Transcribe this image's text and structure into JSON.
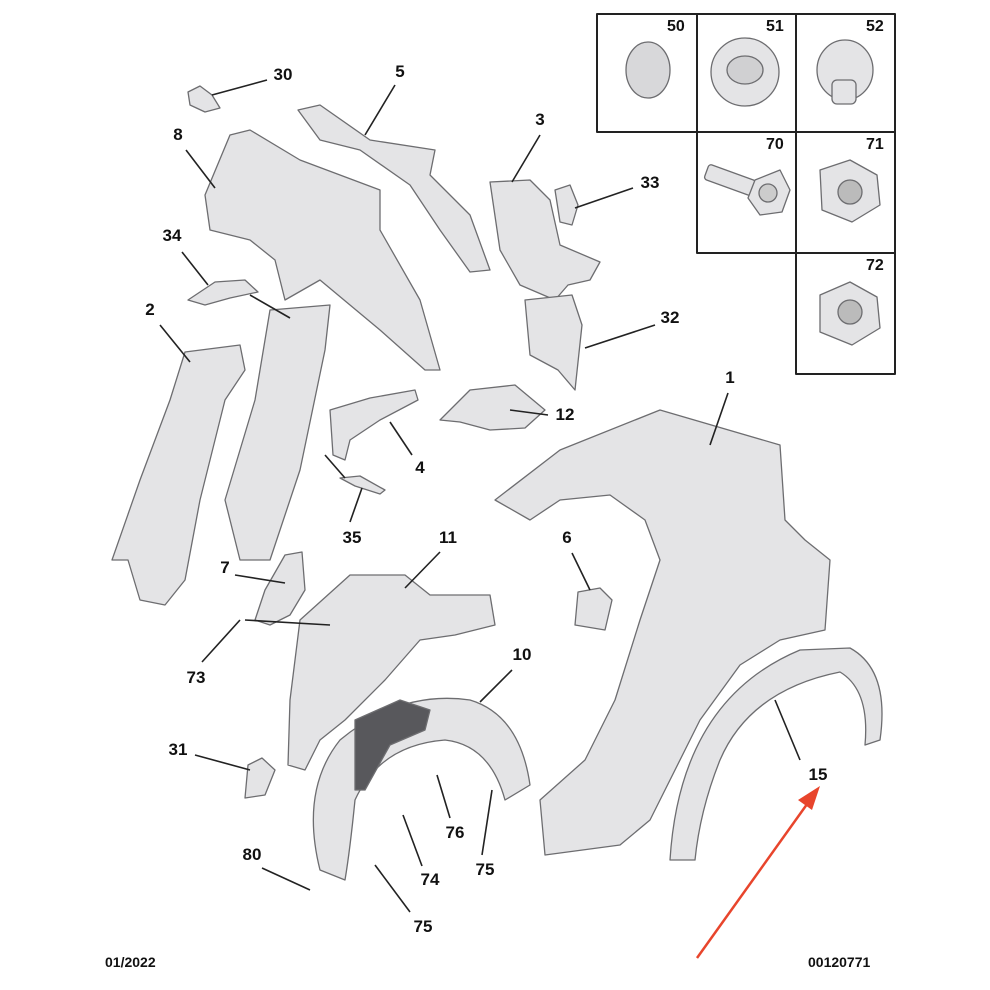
{
  "callouts": [
    "30",
    "5",
    "8",
    "3",
    "33",
    "34",
    "2",
    "32",
    "1",
    "12",
    "4",
    "35",
    "11",
    "6",
    "7",
    "10",
    "73",
    "31",
    "15",
    "76",
    "75",
    "80",
    "74",
    "75"
  ],
  "hardware_boxes": [
    "50",
    "51",
    "52",
    "70",
    "71",
    "72"
  ],
  "footer": {
    "date": "01/2022",
    "reference": "00120771"
  },
  "colors": {
    "part_fill": "#e4e4e6",
    "part_stroke": "#6d6d70",
    "arrow": "#e8452c",
    "liner_dark": "#58585c"
  },
  "highlight": {
    "part": "15",
    "icon": "red-arrow-icon"
  }
}
